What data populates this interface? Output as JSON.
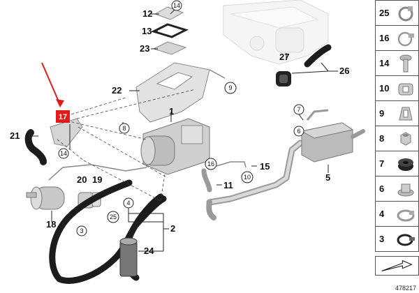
{
  "highlight": {
    "label": "17",
    "color": "#e01b1b"
  },
  "callouts": [
    {
      "key": "c12",
      "label": "12"
    },
    {
      "key": "c14a",
      "label": "14"
    },
    {
      "key": "c13",
      "label": "13"
    },
    {
      "key": "c23",
      "label": "23"
    },
    {
      "key": "c27",
      "label": "27"
    },
    {
      "key": "c26",
      "label": "26"
    },
    {
      "key": "c22",
      "label": "22"
    },
    {
      "key": "c9",
      "label": "9"
    },
    {
      "key": "c1",
      "label": "1"
    },
    {
      "key": "c7",
      "label": "7"
    },
    {
      "key": "c6",
      "label": "6"
    },
    {
      "key": "c21",
      "label": "21"
    },
    {
      "key": "c8",
      "label": "8"
    },
    {
      "key": "c14b",
      "label": "14"
    },
    {
      "key": "c16",
      "label": "16"
    },
    {
      "key": "c15",
      "label": "15"
    },
    {
      "key": "c10",
      "label": "10"
    },
    {
      "key": "c5",
      "label": "5"
    },
    {
      "key": "c20",
      "label": "20"
    },
    {
      "key": "c19",
      "label": "19"
    },
    {
      "key": "c11",
      "label": "11"
    },
    {
      "key": "c4",
      "label": "4"
    },
    {
      "key": "c25",
      "label": "25"
    },
    {
      "key": "c2",
      "label": "2"
    },
    {
      "key": "c18",
      "label": "18"
    },
    {
      "key": "c3",
      "label": "3"
    },
    {
      "key": "c24",
      "label": "24"
    }
  ],
  "parts_panel": [
    {
      "label": "25",
      "icon": "hose-clamp-icon"
    },
    {
      "label": "16",
      "icon": "hose-clamp-icon"
    },
    {
      "label": "14",
      "icon": "screw-icon"
    },
    {
      "label": "10",
      "icon": "clip-icon"
    },
    {
      "label": "9",
      "icon": "clip-icon"
    },
    {
      "label": "8",
      "icon": "nut-icon"
    },
    {
      "label": "7",
      "icon": "grommet-icon"
    },
    {
      "label": "6",
      "icon": "flange-nut-icon"
    },
    {
      "label": "4",
      "icon": "hose-clamp-icon"
    },
    {
      "label": "3",
      "icon": "hose-clamp-icon"
    }
  ],
  "diagram_number": "478217"
}
